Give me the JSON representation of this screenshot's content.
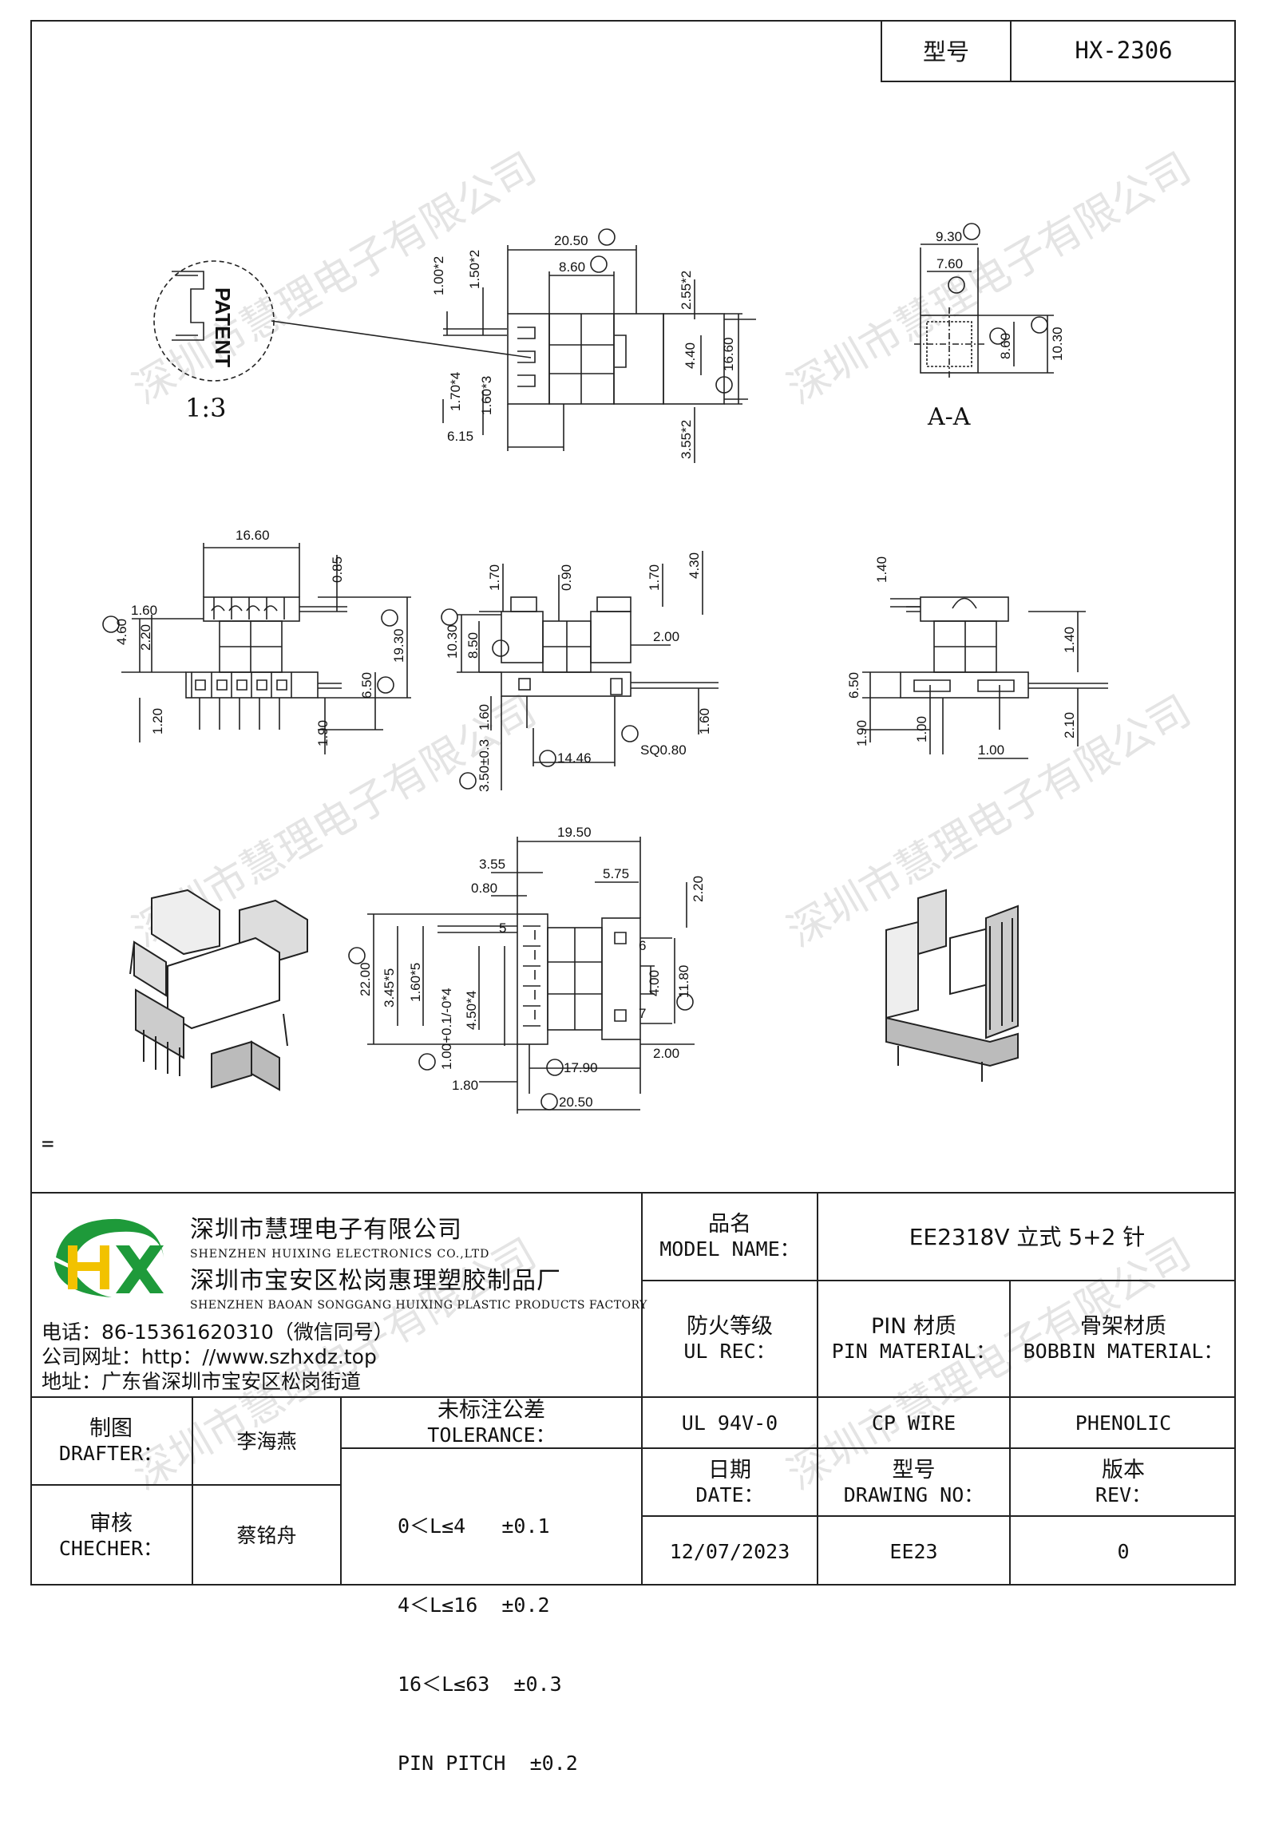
{
  "header": {
    "model_label": "型号",
    "model_value": "HX-2306"
  },
  "watermark": "深圳市慧理电子有限公司",
  "drawing": {
    "patent_text": "PATENT",
    "scale": "1:3",
    "section_label": "A-A",
    "stray_mark": "=",
    "top_view": {
      "d1": "20.50",
      "d2": "8.60",
      "d3": "1.00*2",
      "d4": "1.50*2",
      "d5": "2.55*2",
      "d6": "4.40",
      "d7": "16.60",
      "d8": "1.70*4",
      "d9": "1.60*3",
      "d10": "6.15",
      "d11": "3.55*2"
    },
    "section": {
      "d1": "9.30",
      "d2": "7.60",
      "d3": "8.60",
      "d4": "10.30"
    },
    "front_view": {
      "d1": "16.60",
      "d2": "0.85",
      "d3": "1.60",
      "d4": "4.60",
      "d5": "2.20",
      "d6": "19.30",
      "d7": "6.50",
      "d8": "1.20",
      "d9": "1.90"
    },
    "side_view": {
      "d1": "1.70",
      "d2": "0.90",
      "d3": "1.70",
      "d4": "4.30",
      "d5": "10.30",
      "d6": "8.50",
      "d7": "2.00",
      "d8": "1.60",
      "d9": "3.50±0.3",
      "d10": "14.46",
      "d11": "SQ0.80",
      "d12": "1.60"
    },
    "right_view": {
      "d1": "1.40",
      "d2": "1.40",
      "d3": "6.50",
      "d4": "1.90",
      "d5": "1.00",
      "d6": "1.00",
      "d7": "2.10"
    },
    "bottom_view": {
      "d1": "19.50",
      "d2": "3.55",
      "d3": "0.80",
      "d4": "5.75",
      "d5": "2.20",
      "d6": "22.00",
      "d7": "3.45*5",
      "d8": "1.60*5",
      "d9": "4.50*4",
      "d10": "1.00+0.1/-0*4",
      "d11": "4.00",
      "d12": "11.80",
      "d13": "2.00",
      "d14": "1.80",
      "d15": "17.90",
      "d16": "20.50",
      "pin5": "5",
      "pin6": "6",
      "pin7": "7"
    }
  },
  "title_block": {
    "company_cn": "深圳市慧理电子有限公司",
    "company_en": "SHENZHEN HUIXING ELECTRONICS CO.,LTD",
    "factory_cn": "深圳市宝安区松岗惠理塑胶制品厂",
    "factory_en": "SHENZHEN BAOAN SONGGANG HUIXING PLASTIC PRODUCTS FACTORY",
    "phone": "电话：86-15361620310（微信同号）",
    "website": "公司网址：http：//www.szhxdz.top",
    "address": "地址：广东省深圳市宝安区松岗街道",
    "model_name_cn": "品名",
    "model_name_en": "MODEL NAME：",
    "model_name_value": "EE2318V 立式 5+2 针",
    "ul_cn": "防火等级",
    "ul_en": "UL REC：",
    "pin_cn": "PIN 材质",
    "pin_en": "PIN MATERIAL：",
    "bobbin_cn": "骨架材质",
    "bobbin_en": "BOBBIN MATERIAL：",
    "ul_value": "UL 94V-0",
    "pin_value": "CP WIRE",
    "bobbin_value": "PHENOLIC",
    "drafter_cn": "制图",
    "drafter_en": "DRAFTER：",
    "drafter_name": "李海燕",
    "checker_cn": "审核",
    "checker_en": "CHECHER：",
    "checker_name": "蔡铭舟",
    "tolerance_cn": "未标注公差",
    "tolerance_en": "TOLERANCE：",
    "tolerance_lines": [
      "0＜L≤4   ±0.1",
      "4＜L≤16  ±0.2",
      "16＜L≤63  ±0.3",
      "PIN PITCH  ±0.2"
    ],
    "date_cn": "日期",
    "date_en": "DATE：",
    "drawing_no_cn": "型号",
    "drawing_no_en": "DRAWING NO：",
    "rev_cn": "版本",
    "rev_en": "REV：",
    "date_value": "12/07/2023",
    "drawing_no_value": "EE23",
    "rev_value": "0"
  },
  "colors": {
    "logo_green": "#1e9a3a",
    "logo_yellow": "#f2c200",
    "line": "#222222"
  }
}
